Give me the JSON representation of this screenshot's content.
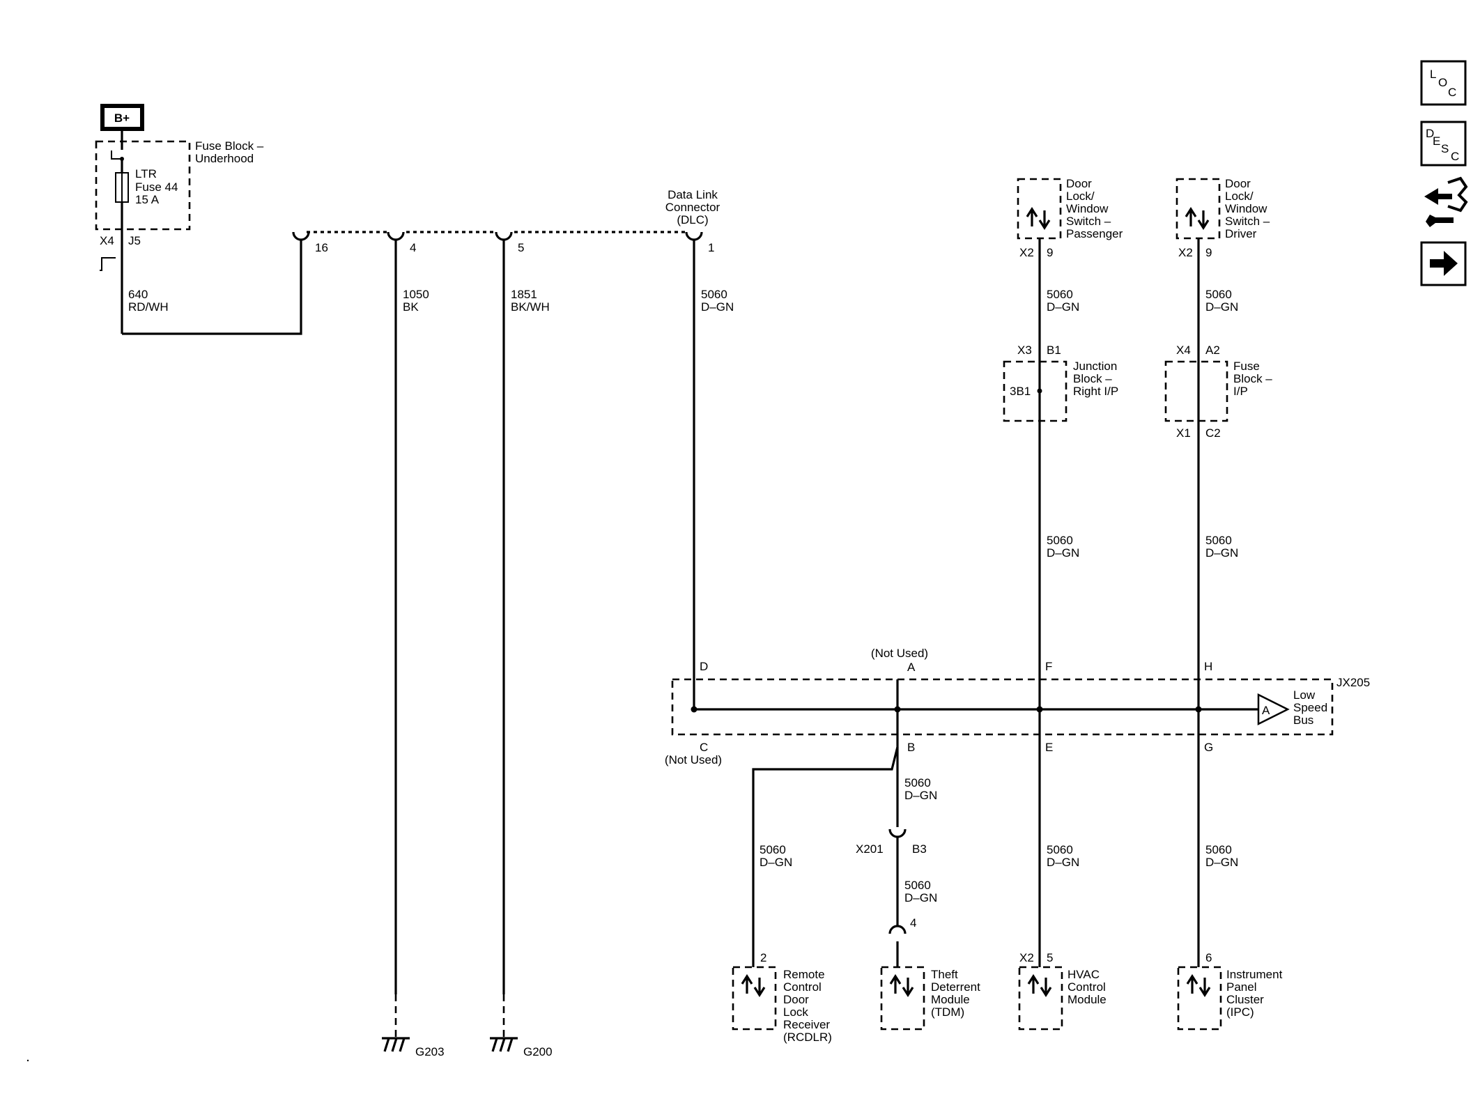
{
  "battery": {
    "label": "B+"
  },
  "fuse_block_underhood": {
    "name_line1": "Fuse Block –",
    "name_line2": "Underhood",
    "fuse_line1": "LTR",
    "fuse_line2": "Fuse 44",
    "fuse_line3": "15 A",
    "connector": "X4",
    "pin": "J5"
  },
  "wires": {
    "w640": {
      "number": "640",
      "color": "RD/WH"
    },
    "w1050": {
      "number": "1050",
      "color": "BK"
    },
    "w1851": {
      "number": "1851",
      "color": "BK/WH"
    },
    "w5060": {
      "number": "5060",
      "color": "D–GN"
    }
  },
  "dlc": {
    "name_line1": "Data Link",
    "name_line2": "Connector",
    "name_line3": "(DLC)",
    "pin16": "16",
    "pin4": "4",
    "pin5": "5",
    "pin1": "1"
  },
  "door_switch_passenger": {
    "line1": "Door",
    "line2": "Lock/",
    "line3": "Window",
    "line4": "Switch –",
    "line5": "Passenger",
    "connector": "X2",
    "pin": "9"
  },
  "door_switch_driver": {
    "line1": "Door",
    "line2": "Lock/",
    "line3": "Window",
    "line4": "Switch –",
    "line5": "Driver",
    "connector": "X2",
    "pin": "9"
  },
  "junction_block": {
    "line1": "Junction",
    "line2": "Block –",
    "line3": "Right I/P",
    "connector": "X3",
    "pin": "B1",
    "internal": "3B1"
  },
  "fuse_block_ip": {
    "line1": "Fuse",
    "line2": "Block –",
    "line3": "I/P",
    "connector_top": "X4",
    "pin_top": "A2",
    "connector_bottom": "X1",
    "pin_bottom": "C2"
  },
  "splice_jx205": {
    "name": "JX205",
    "pin_d": "D",
    "pin_a": "A",
    "pin_f": "F",
    "pin_h": "H",
    "pin_c": "C",
    "pin_b": "B",
    "pin_e": "E",
    "pin_g": "G",
    "not_used_a": "(Not Used)",
    "not_used_c": "(Not Used)",
    "offpage_ref": "A",
    "bus_line1": "Low",
    "bus_line2": "Speed",
    "bus_line3": "Bus"
  },
  "inline_x201": {
    "connector": "X201",
    "pin": "B3"
  },
  "rcdlr": {
    "line1": "Remote",
    "line2": "Control",
    "line3": "Door",
    "line4": "Lock",
    "line5": "Receiver",
    "line6": "(RCDLR)",
    "pin": "2"
  },
  "tdm": {
    "line1": "Theft",
    "line2": "Deterrent",
    "line3": "Module",
    "line4": "(TDM)",
    "pin": "4"
  },
  "hvac": {
    "line1": "HVAC",
    "line2": "Control",
    "line3": "Module",
    "connector": "X2",
    "pin": "5"
  },
  "ipc": {
    "line1": "Instrument",
    "line2": "Panel",
    "line3": "Cluster",
    "line4": "(IPC)",
    "pin": "6"
  },
  "grounds": {
    "g203": "G203",
    "g200": "G200"
  },
  "nav": {
    "loc": {
      "l": "L",
      "o": "O",
      "c": "C"
    },
    "desc": {
      "d": "D",
      "e": "E",
      "s": "S",
      "c": "C"
    }
  }
}
